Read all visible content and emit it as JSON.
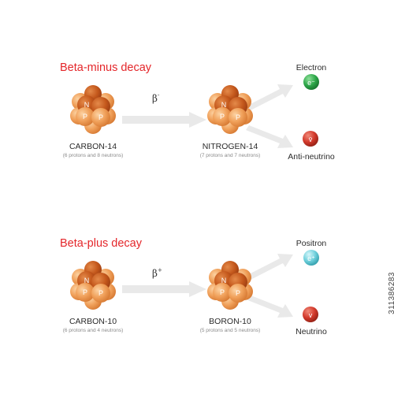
{
  "sections": [
    {
      "title": "Beta-minus decay",
      "symbol_base": "β",
      "symbol_sup": "-",
      "parent": {
        "name": "CARBON-14",
        "detail": "(6 protons and 8 neutrons)"
      },
      "daughter": {
        "name": "NITROGEN-14",
        "detail": "(7 protons and 7 neutrons)"
      },
      "particle1": {
        "name": "Electron",
        "symbol": "e⁻",
        "color": "#2ea84a"
      },
      "particle2": {
        "name": "Anti-neutrino",
        "symbol": "v̄",
        "color": "#d3392b"
      }
    },
    {
      "title": "Beta-plus decay",
      "symbol_base": "β",
      "symbol_sup": "+",
      "parent": {
        "name": "CARBON-10",
        "detail": "(6 protons and 4 neutrons)"
      },
      "daughter": {
        "name": "BORON-10",
        "detail": "(5 protons and 5 neutrons)"
      },
      "particle1": {
        "name": "Positron",
        "symbol": "e⁺",
        "color": "#4fc3cf"
      },
      "particle2": {
        "name": "Neutrino",
        "symbol": "v",
        "color": "#d3392b"
      }
    }
  ],
  "nucleus_labels": {
    "n": "N",
    "p": "P"
  },
  "colors": {
    "title": "#e4262a",
    "arrow": "#e9e9e9",
    "nucleus_dark": "#c4581c",
    "nucleus_light": "#f6a868"
  },
  "watermark": "311386283"
}
